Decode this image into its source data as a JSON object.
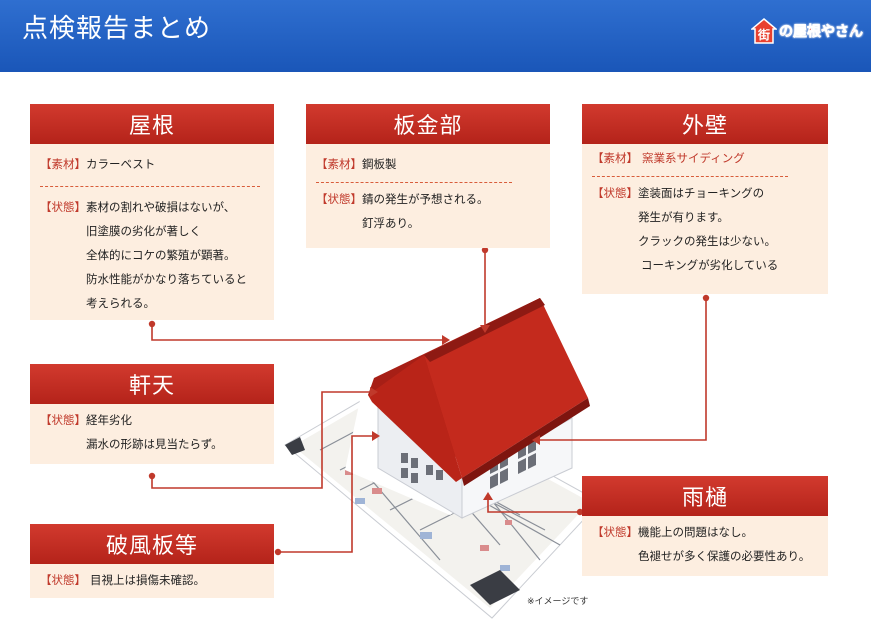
{
  "header": {
    "title": "点検報告まとめ"
  },
  "logo": {
    "text": "の屋根やさん",
    "house_char": "街"
  },
  "cards": {
    "roof": {
      "title": "屋根",
      "material_tag": "【素材】",
      "material": "カラーベスト",
      "status_tag": "【状態】",
      "status_lines": [
        "素材の割れや破損はないが、",
        "旧塗膜の劣化が著しく",
        "全体的にコケの繁殖が顕著。",
        "防水性能がかなり落ちていると",
        "考えられる。"
      ]
    },
    "sheet_metal": {
      "title": "板金部",
      "material_tag": "【素材】",
      "material": "鋼板製",
      "status_tag": "【状態】",
      "status_lines": [
        "錆の発生が予想される。",
        "釘浮あり。"
      ]
    },
    "outer_wall": {
      "title": "外壁",
      "material_tag": "【素材】",
      "material": "窯業系サイディング",
      "status_tag": "【状態】",
      "status_lines": [
        "塗装面はチョーキングの",
        "発生が有ります。",
        "クラックの発生は少ない。",
        "コーキングが劣化している"
      ]
    },
    "eaves": {
      "title": "軒天",
      "status_tag": "【状態】",
      "status_lines": [
        "経年劣化",
        "漏水の形跡は見当たらず。"
      ]
    },
    "gutter": {
      "title": "雨樋",
      "status_tag": "【状態】",
      "status_lines": [
        "機能上の問題はなし。",
        "色褪せが多く保護の必要性あり。"
      ]
    },
    "fascia": {
      "title": "破風板等",
      "status_tag": "【状態】",
      "status_line": "目視上は損傷未確認。"
    }
  },
  "note": "※イメージです",
  "colors": {
    "header": "#1f5fc4",
    "card_head": "#c22d22",
    "card_body": "#fdeee0",
    "line": "#c0392b"
  }
}
